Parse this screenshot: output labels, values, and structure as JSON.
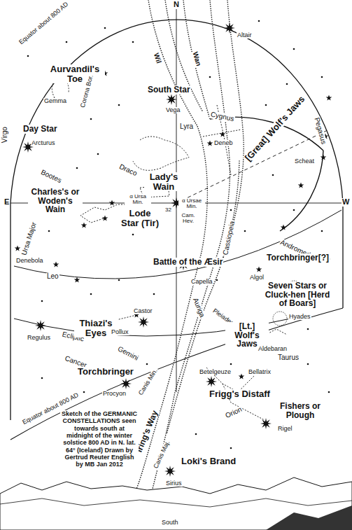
{
  "diagram": {
    "caption": "Sketch of the GERMANIC CONSTELLATIONS seen towards south at midnight of the winter solstice 800 AD in N. lat. 64° (Iceland) Drawn by Gertrud Reuter English by MB Jan 2012",
    "labels": [
      "N",
      "Altair",
      "Equator about 800 AD",
      "Wil",
      "Wan",
      "Aurvandil's Toe",
      "Gemma",
      "Corona Bor.",
      "South Star",
      "Vega",
      "Lyra",
      "Cygnus",
      "Deneb",
      "[Great] Wolf's Jaws",
      "Pegasus",
      "Scheat",
      "Day Star",
      "Arcturus",
      "Bootes",
      "Draco",
      "Lady's Wain",
      "α Ursa Min.",
      "α Ursae Min.",
      "32",
      "Cam. Hev.",
      "E",
      "W",
      "Virgo",
      "Charles's or Woden's Wain",
      "Lode Star (Tir)",
      "Ursa Major",
      "Cassiopeia",
      "Andromeda",
      "Denebola",
      "Torchbringer[?]",
      "Algol",
      "Leo",
      "Battle of the Æsir",
      "Capella",
      "Auriga",
      "Seven Stars or Cluck-hen [Herd of Boars]",
      "Regulus",
      "Ecliptic",
      "Castor",
      "Thiazi's Eyes",
      "Pollux",
      "Pleiades",
      "Hyades",
      "[Lt.] Wolf's Jaws",
      "Cancer",
      "Gemini",
      "Aldebaran",
      "Taurus",
      "Equator about 800 AD",
      "Torchbringer",
      "Procyon",
      "Canis Min.",
      "Betelgeuze",
      "Bellatrix",
      "Frigg's Distaff",
      "Orion",
      "Fishers or Plough",
      "Rigel",
      "Iring's Way",
      "Canis Maj.",
      "Loki's Brand",
      "Sirius",
      "South"
    ]
  }
}
